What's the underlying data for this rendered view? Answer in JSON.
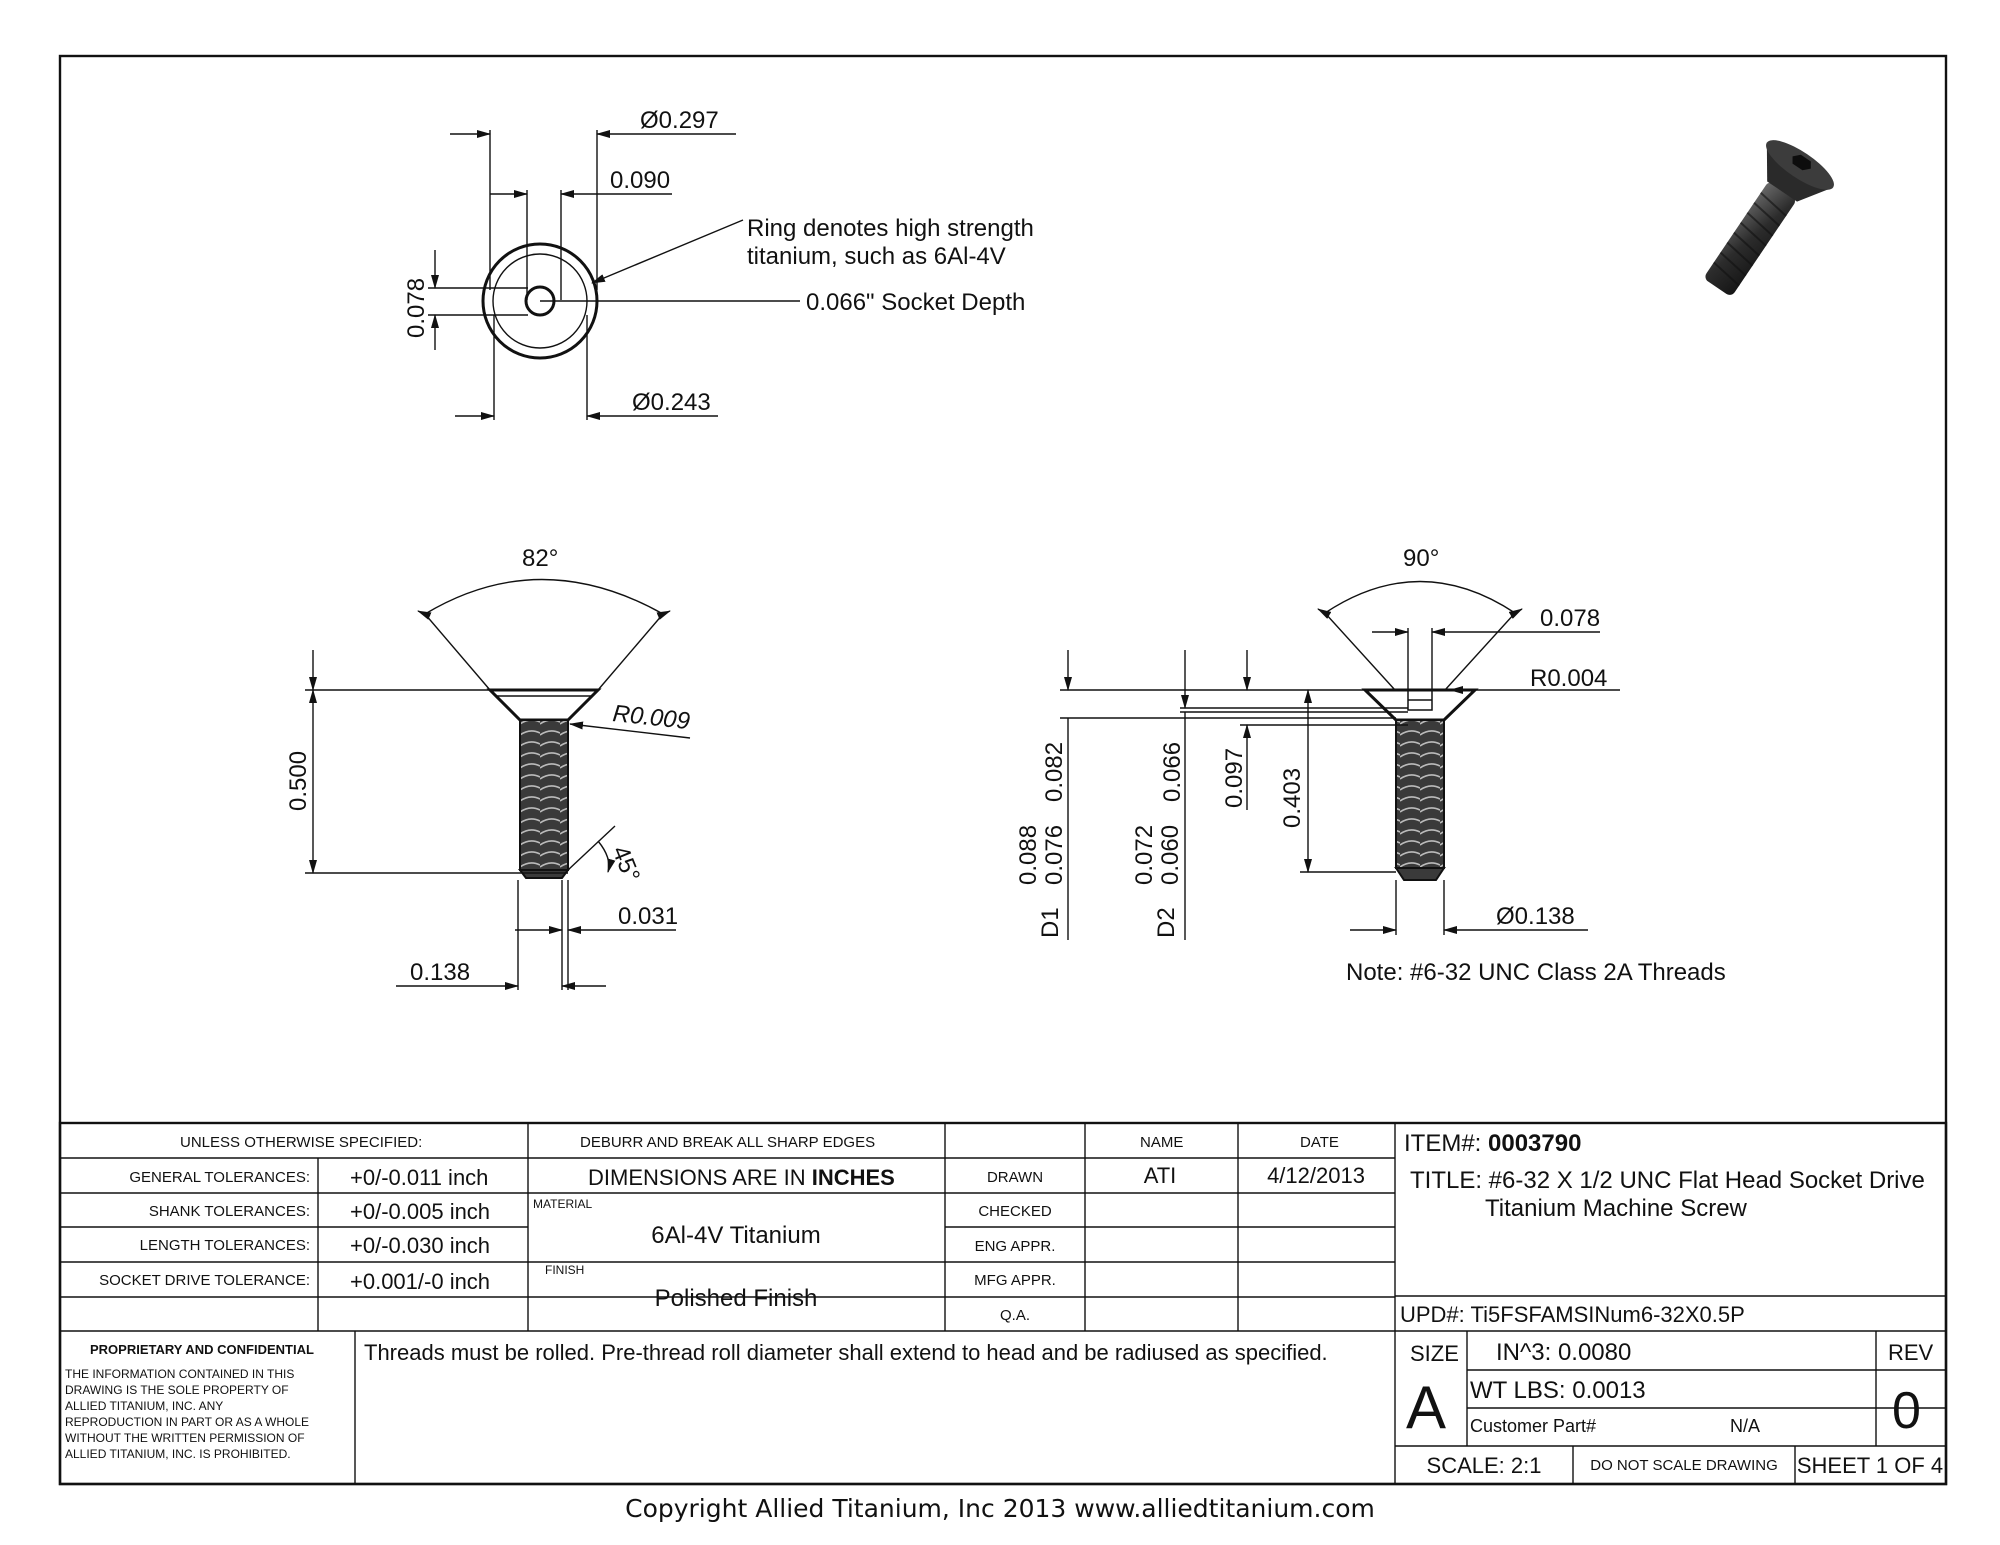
{
  "top_view": {
    "dia_head": "0.297",
    "socket_width": "0.090",
    "ring_note_line1": "Ring denotes high strength",
    "ring_note_line2": "titanium, such as 6Al-4V",
    "socket_depth": "0.066\" Socket Depth",
    "hex_size": "0.078",
    "dia_inner": "0.243",
    "dia_symbol": "Ø"
  },
  "side_view_left": {
    "angle": "82°",
    "radius": "R0.009",
    "length": "0.500",
    "chamfer_angle": "45°",
    "chamfer": "0.031",
    "shank_dia": "0.138"
  },
  "side_view_right": {
    "angle": "90°",
    "socket_dim": "0.078",
    "radius": "R0.004",
    "d1_label": "D1",
    "d1_a": "0.088",
    "d1_b": "0.076",
    "d1_top": "0.082",
    "d2_label": "D2",
    "d2_a": "0.072",
    "d2_b": "0.060",
    "d2_top": "0.066",
    "dim_097": "0.097",
    "dim_403": "0.403",
    "shank_dia": "0.138",
    "thread_note": "Note: #6-32 UNC Class 2A Threads"
  },
  "title_block": {
    "unless": "UNLESS OTHERWISE SPECIFIED:",
    "deburr": "DEBURR AND BREAK ALL SHARP EDGES",
    "name_hdr": "NAME",
    "date_hdr": "DATE",
    "item_label": "ITEM#:",
    "item_no": "0003790",
    "gen_tol_label": "GENERAL TOLERANCES:",
    "gen_tol": "+0/-0.011 inch",
    "shank_tol_label": "SHANK TOLERANCES:",
    "shank_tol": "+0/-0.005 inch",
    "length_tol_label": "LENGTH TOLERANCES:",
    "length_tol": "+0/-0.030 inch",
    "socket_tol_label": "SOCKET DRIVE TOLERANCE:",
    "socket_tol": "+0.001/-0 inch",
    "dims_in": "DIMENSIONS ARE IN ",
    "dims_unit": "INCHES",
    "material_label": "MATERIAL",
    "material": "6Al-4V Titanium",
    "finish_label": "FINISH",
    "finish": "Polished Finish",
    "drawn": "DRAWN",
    "checked": "CHECKED",
    "eng_appr": "ENG APPR.",
    "mfg_appr": "MFG APPR.",
    "qa": "Q.A.",
    "drawn_name": "ATI",
    "drawn_date": "4/12/2013",
    "title_line1": "TITLE: #6-32 X 1/2 UNC Flat Head Socket Drive",
    "title_line2": "Titanium Machine Screw",
    "upd": "UPD#: Ti5FSFAMSINum6-32X0.5P",
    "proprietary_hdr": "PROPRIETARY AND CONFIDENTIAL",
    "proprietary_lines": [
      "THE INFORMATION CONTAINED IN THIS",
      "DRAWING IS THE SOLE PROPERTY OF",
      "ALLIED TITANIUM, INC.  ANY",
      "REPRODUCTION IN PART OR AS A WHOLE",
      "WITHOUT THE WRITTEN PERMISSION OF",
      "ALLIED TITANIUM, INC. IS PROHIBITED."
    ],
    "threads_note": "Threads must be rolled. Pre-thread roll diameter shall extend to head and be radiused as specified.",
    "size_label": "SIZE",
    "size": "A",
    "in3": "IN^3: 0.0080",
    "wt": "WT LBS: 0.0013",
    "customer_part": "Customer Part#",
    "customer_part_val": "N/A",
    "rev_label": "REV",
    "rev": "0",
    "scale": "SCALE: 2:1",
    "do_not_scale": "DO NOT SCALE DRAWING",
    "sheet": "SHEET 1 OF 4"
  },
  "footer": "Copyright Allied Titanium, Inc 2013 www.alliedtitanium.com"
}
